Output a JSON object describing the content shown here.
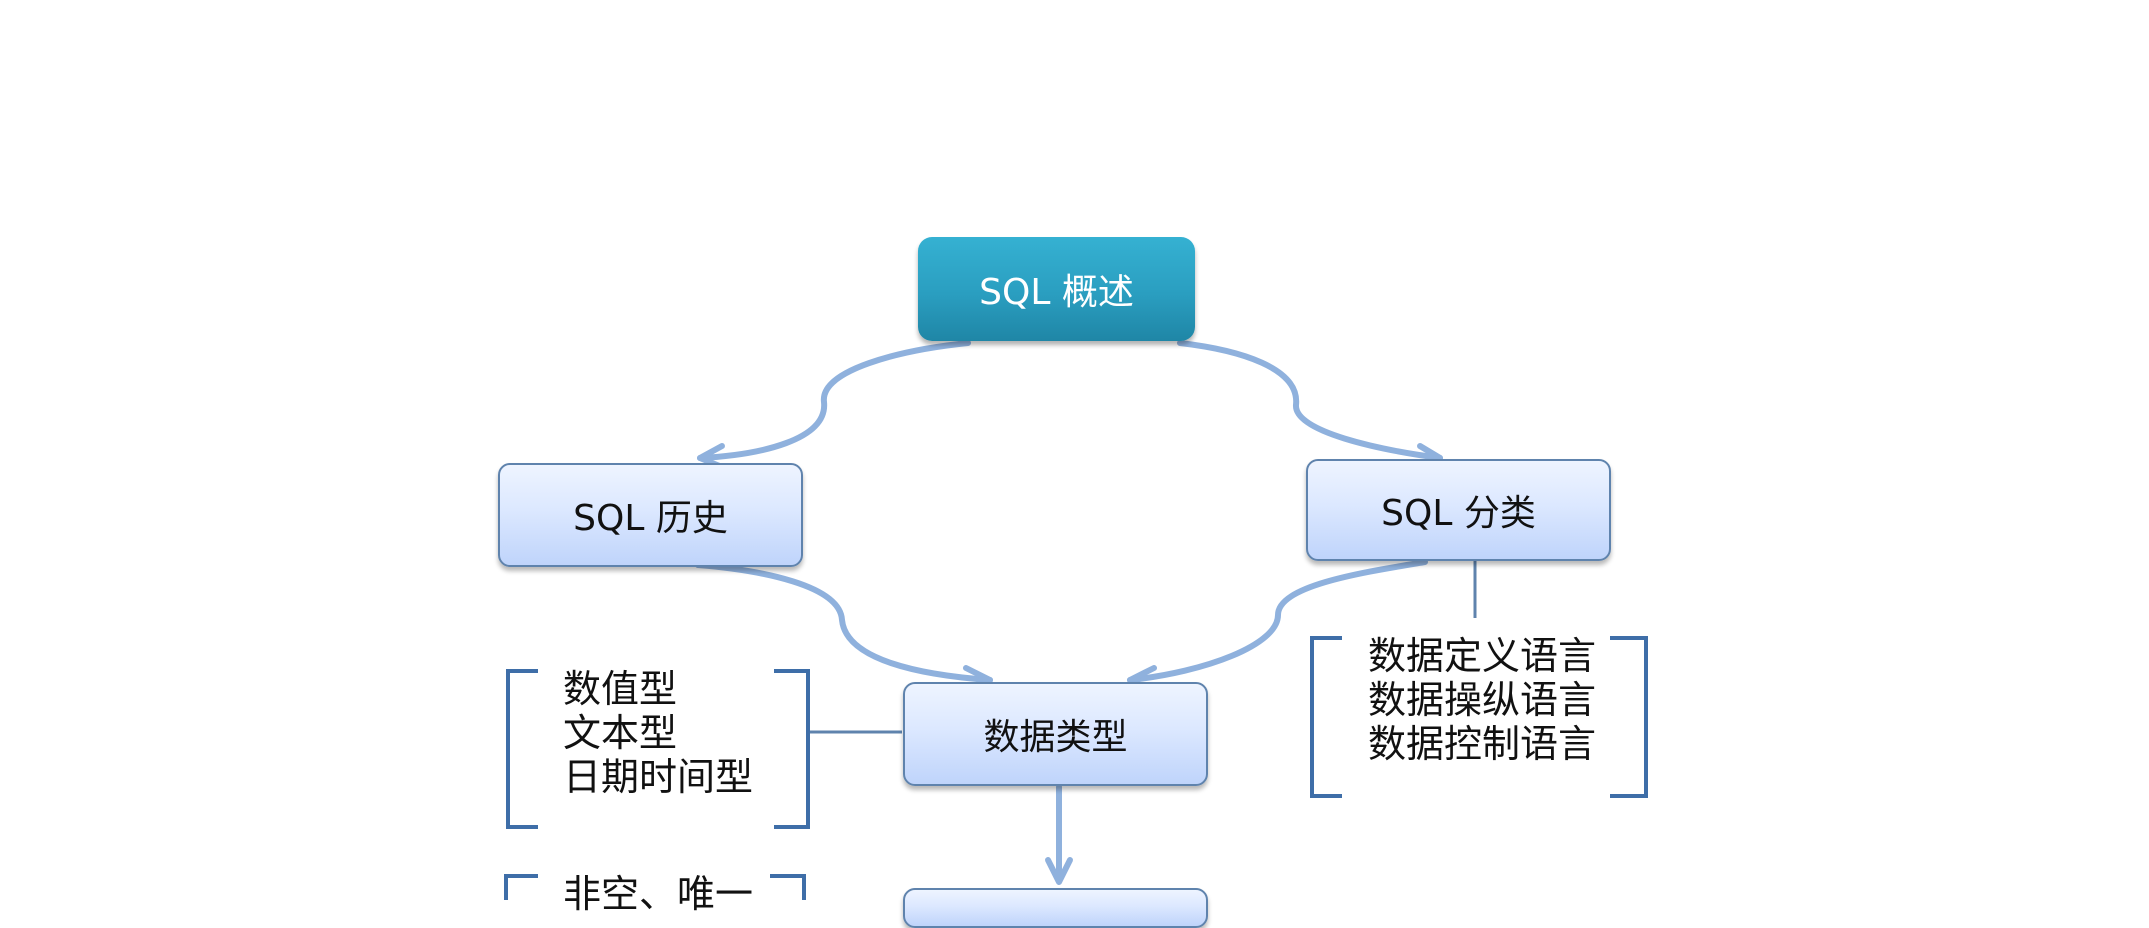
{
  "nodes": {
    "overview": "SQL 概述",
    "history": "SQL 历史",
    "classification": "SQL 分类",
    "data_types": "数据类型"
  },
  "data_type_list": [
    "数值型",
    "文本型",
    "日期时间型"
  ],
  "classification_list": [
    "数据定义语言",
    "数据操纵语言",
    "数据控制语言"
  ],
  "constraint_list_partial": "非空、唯一",
  "colors": {
    "top_node": "#2a9ec0",
    "node_border": "#5f83ad",
    "arrow": "#8fb1dd",
    "bracket": "#3e6ea8"
  }
}
